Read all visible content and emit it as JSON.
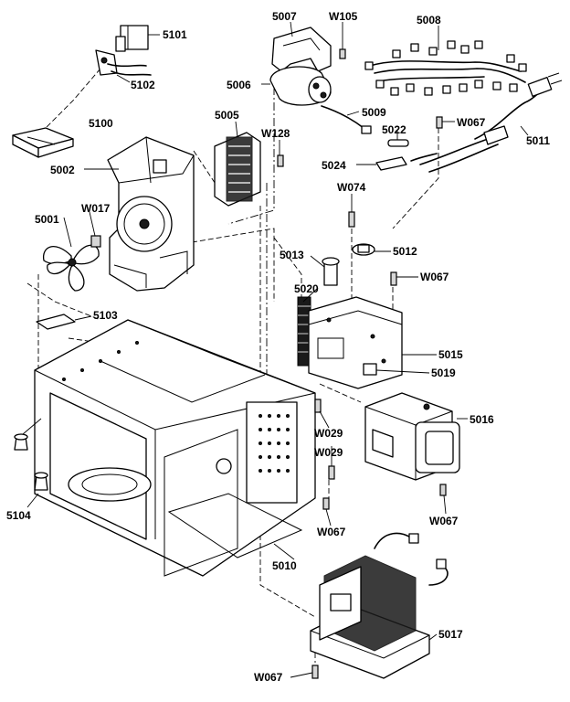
{
  "labels": {
    "p5101": "5101",
    "p5102": "5102",
    "p5100": "5100",
    "p5002": "5002",
    "p5001": "5001",
    "w017": "W017",
    "p5005": "5005",
    "w128": "W128",
    "p5007": "5007",
    "w105": "W105",
    "p5006": "5006",
    "p5008": "5008",
    "p5009": "5009",
    "p5022": "5022",
    "w067_a": "W067",
    "p5011": "5011",
    "p5024": "5024",
    "w074": "W074",
    "p5013": "5013",
    "p5012": "5012",
    "w067_b": "W067",
    "p5020": "5020",
    "p5103": "5103",
    "p5015": "5015",
    "p5019": "5019",
    "p5016": "5016",
    "w029_a": "W029",
    "w029_b": "W029",
    "p5104": "5104",
    "w067_c": "W067",
    "p5010": "5010",
    "w067_d": "W067",
    "p5017": "5017",
    "w067_e": "W067"
  }
}
